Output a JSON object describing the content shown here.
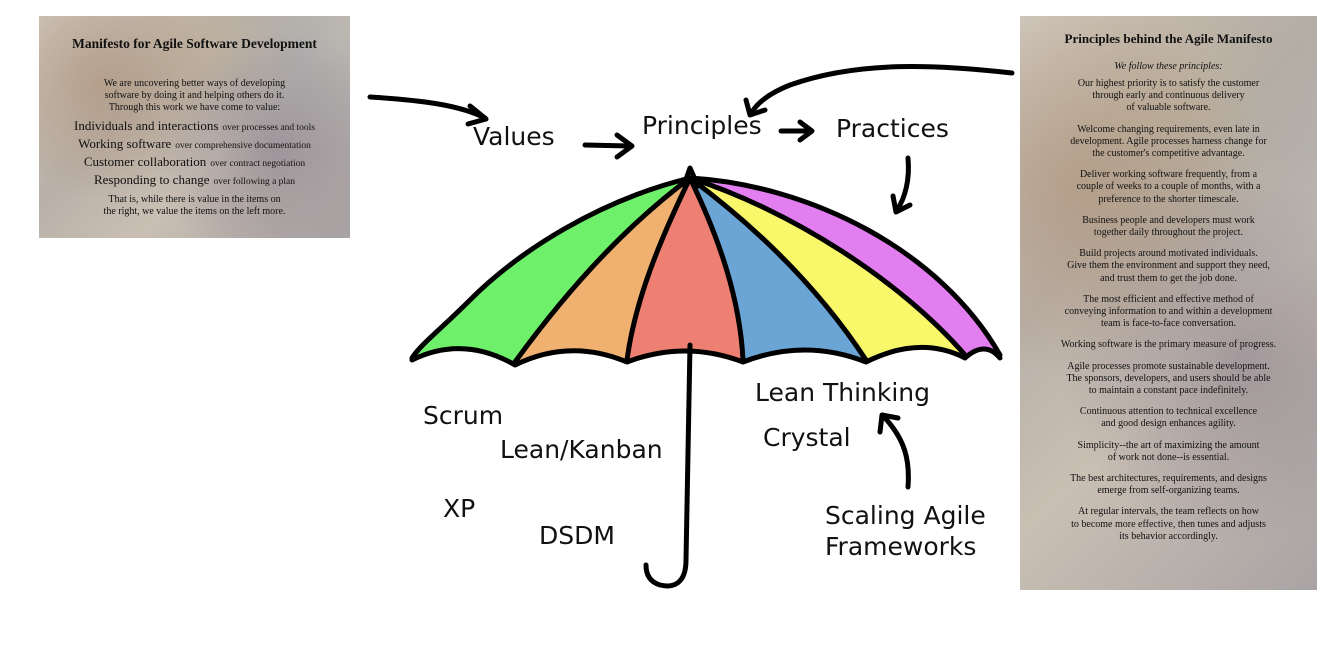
{
  "manifesto": {
    "title": "Manifesto for Agile Software Development",
    "intro_lines": [
      "We are uncovering better ways of developing",
      "software by doing it and helping others do it.",
      "Through this work we have come to value:"
    ],
    "values": [
      {
        "main": "Individuals and interactions",
        "rest": "over processes and tools"
      },
      {
        "main": "Working software",
        "rest": "over comprehensive documentation"
      },
      {
        "main": "Customer collaboration",
        "rest": "over contract negotiation"
      },
      {
        "main": "Responding to change",
        "rest": "over following a plan"
      }
    ],
    "closing_lines": [
      "That is, while there is value in the items on",
      "the right, we value the items on the left more."
    ]
  },
  "principles_doc": {
    "title": "Principles behind the Agile Manifesto",
    "subtitle": "We follow these principles:",
    "items": [
      [
        "Our highest priority is to satisfy the customer",
        "through early and continuous delivery",
        "of valuable software."
      ],
      [
        "Welcome changing requirements, even late in",
        "development. Agile processes harness change for",
        "the customer's competitive advantage."
      ],
      [
        "Deliver working software frequently, from a",
        "couple of weeks to a couple of months, with a",
        "preference to the shorter timescale."
      ],
      [
        "Business people and developers must work",
        "together daily throughout the project."
      ],
      [
        "Build projects around motivated individuals.",
        "Give them the environment and support they need,",
        "and trust them to get the job done."
      ],
      [
        "The most efficient and effective method of",
        "conveying information to and within a development",
        "team is face-to-face conversation."
      ],
      [
        "Working software is the primary measure of progress."
      ],
      [
        "Agile processes promote sustainable development.",
        "The sponsors, developers, and users should be able",
        "to maintain a constant pace indefinitely."
      ],
      [
        "Continuous attention to technical excellence",
        "and good design enhances agility."
      ],
      [
        "Simplicity--the art of maximizing the amount",
        "of work not done--is essential."
      ],
      [
        "The best architectures, requirements, and designs",
        "emerge from self-organizing teams."
      ],
      [
        "At regular intervals, the team reflects on how",
        "to become more effective, then tunes and adjusts",
        "its behavior accordingly."
      ]
    ]
  },
  "labels": {
    "values": "Values",
    "principles": "Principles",
    "practices": "Practices",
    "lean_thinking": "Lean Thinking",
    "crystal": "Crystal",
    "scrum": "Scrum",
    "lean_kanban": "Lean/Kanban",
    "xp": "XP",
    "dsdm": "DSDM",
    "scaling_1": "Scaling Agile",
    "scaling_2": "Frameworks"
  },
  "umbrella_colors": [
    "#6ff06a",
    "#f0b070",
    "#ed8072",
    "#6aa5d6",
    "#f8f86a",
    "#e37ef0"
  ]
}
